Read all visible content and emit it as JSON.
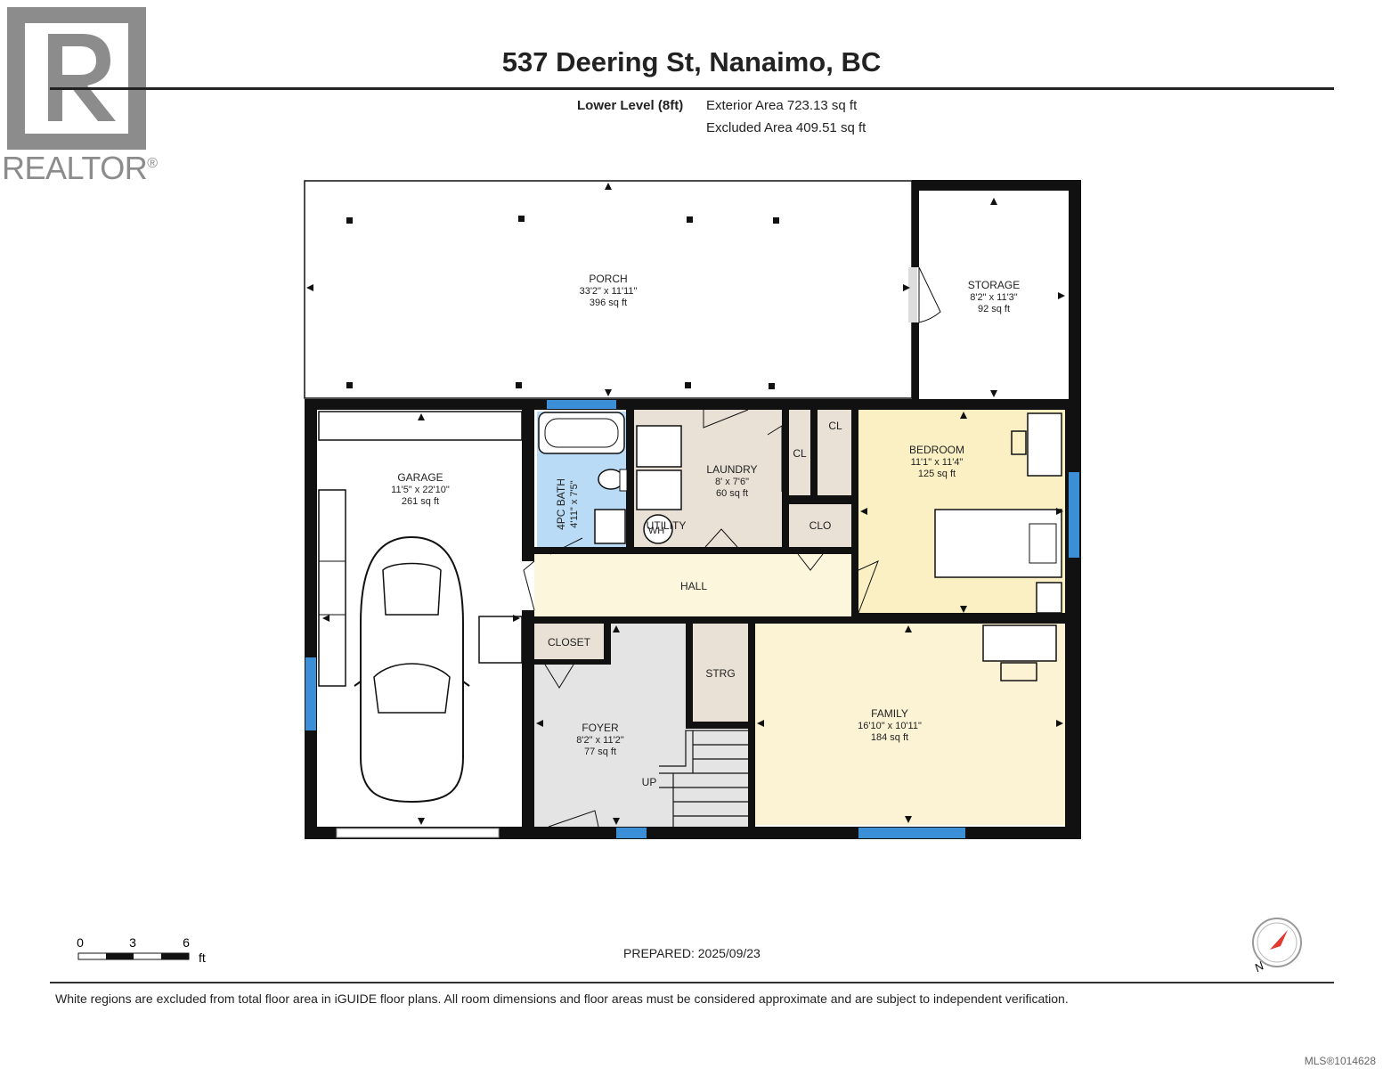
{
  "logo": {
    "word": "REALTOR",
    "mark": "®"
  },
  "header": {
    "title": "537 Deering St, Nanaimo, BC",
    "level": "Lower Level (8ft)",
    "exterior_area": "Exterior Area 723.13 sq ft",
    "excluded_area": "Excluded Area 409.51 sq ft"
  },
  "rooms": {
    "porch": {
      "name": "PORCH",
      "dims": "33'2\" x 11'11\"",
      "area": "396 sq ft"
    },
    "storage": {
      "name": "STORAGE",
      "dims": "8'2\" x 11'3\"",
      "area": "92 sq ft"
    },
    "garage": {
      "name": "GARAGE",
      "dims": "11'5\" x 22'10\"",
      "area": "261 sq ft"
    },
    "bath": {
      "name": "4PC BATH",
      "dims": "4'11\" x 7'5\""
    },
    "laundry": {
      "name": "LAUNDRY",
      "dims": "8' x 7'6\"",
      "area": "60 sq ft"
    },
    "utility": {
      "name": "UTILITY"
    },
    "wh": {
      "name": "WH"
    },
    "cl1": {
      "name": "CL"
    },
    "cl2": {
      "name": "CL"
    },
    "clo": {
      "name": "CLO"
    },
    "bedroom": {
      "name": "BEDROOM",
      "dims": "11'1\" x 11'4\"",
      "area": "125 sq ft"
    },
    "hall": {
      "name": "HALL"
    },
    "closet": {
      "name": "CLOSET"
    },
    "strg": {
      "name": "STRG"
    },
    "foyer": {
      "name": "FOYER",
      "dims": "8'2\" x 11'2\"",
      "area": "77 sq ft"
    },
    "up": {
      "name": "UP"
    },
    "family": {
      "name": "FAMILY",
      "dims": "16'10\" x 10'11\"",
      "area": "184 sq ft"
    }
  },
  "scale": {
    "ticks": [
      "0",
      "3",
      "6"
    ],
    "unit": "ft"
  },
  "footer": {
    "prepared": "PREPARED: 2025/09/23",
    "disclaimer": "White regions are excluded from total floor area in iGUIDE floor plans. All room dimensions and floor areas must be considered approximate and are subject to independent verification.",
    "mls": "MLS®1014628"
  },
  "compass": {
    "label": "N"
  },
  "colors": {
    "wall": "#111111",
    "window": "#3a8fd6",
    "bath": "#b9dbf5",
    "laundry": "#e9e1d6",
    "bedroom": "#fbf0c4",
    "hall": "#fcf6dc",
    "family": "#fbf3d3",
    "foyer": "#e4e4e4",
    "closet": "#e9e1d6",
    "strg": "#e9e1d6"
  }
}
